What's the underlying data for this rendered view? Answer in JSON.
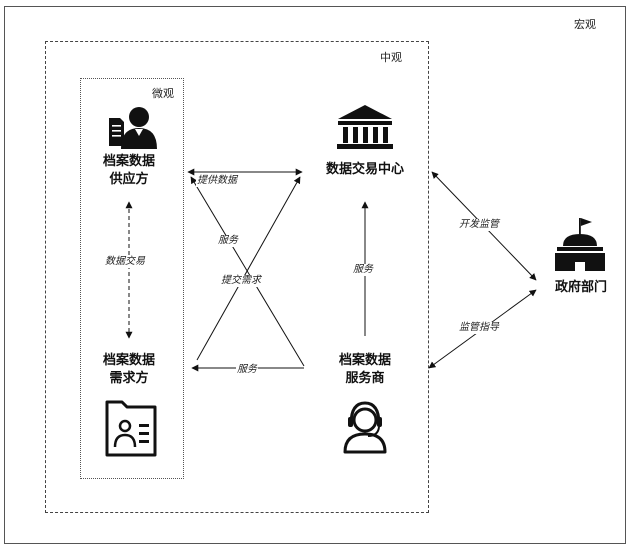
{
  "regions": {
    "macro": "宏观",
    "meso": "中观",
    "micro": "微观"
  },
  "nodes": {
    "supplier": {
      "line1": "档案数据",
      "line2": "供应方",
      "icon": "supplier-person-icon"
    },
    "demander": {
      "line1": "档案数据",
      "line2": "需求方",
      "icon": "id-card-folder-icon"
    },
    "exchange": {
      "line1": "数据交易中心",
      "icon": "institution-building-icon"
    },
    "provider": {
      "line1": "档案数据",
      "line2": "服务商",
      "icon": "headset-operator-icon"
    },
    "government": {
      "line1": "政府部门",
      "icon": "government-building-flag-icon"
    }
  },
  "edges": {
    "data_trade": "数据交易",
    "provide_data": "提供数据",
    "service_a": "服务",
    "submit_demand": "提交需求",
    "service_b": "服务",
    "service_c": "服务",
    "develop_supervise": "开发监管",
    "supervise_guide": "监管指导"
  },
  "colors": {
    "line": "#111111",
    "border": "#444444",
    "background": "#ffffff"
  }
}
